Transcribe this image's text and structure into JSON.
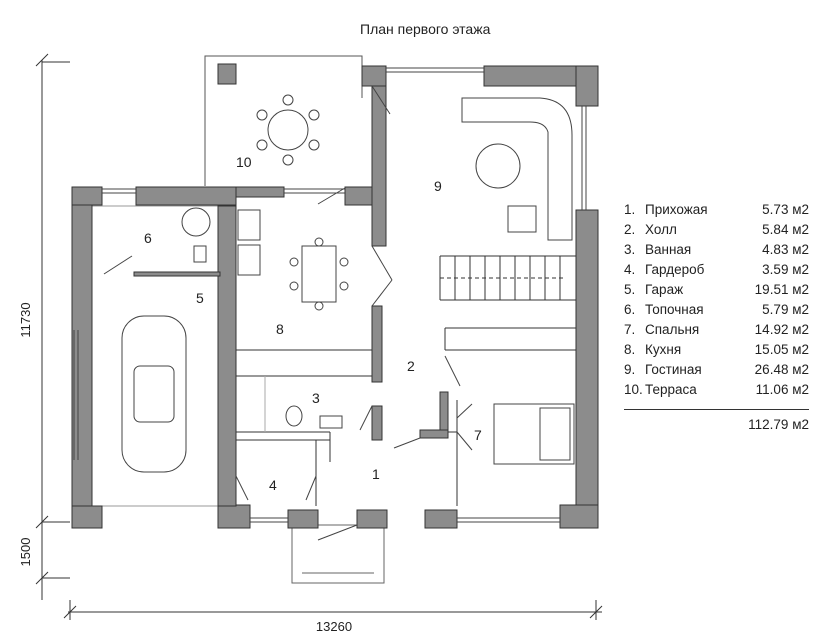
{
  "title": "План первого этажа",
  "rooms": [
    {
      "num": "1.",
      "name": "Прихожая",
      "area": "5.73 м2"
    },
    {
      "num": "2.",
      "name": "Холл",
      "area": "5.84 м2"
    },
    {
      "num": "3.",
      "name": "Ванная",
      "area": "4.83 м2"
    },
    {
      "num": "4.",
      "name": "Гардероб",
      "area": "3.59 м2"
    },
    {
      "num": "5.",
      "name": "Гараж",
      "area": "19.51 м2"
    },
    {
      "num": "6.",
      "name": "Топочная",
      "area": "5.79 м2"
    },
    {
      "num": "7.",
      "name": "Спальня",
      "area": "14.92 м2"
    },
    {
      "num": "8.",
      "name": "Кухня",
      "area": "15.05 м2"
    },
    {
      "num": "9.",
      "name": "Гостиная",
      "area": "26.48 м2"
    },
    {
      "num": "10.",
      "name": "Терраса",
      "area": "11.06 м2"
    }
  ],
  "total_area": "112.79 м2",
  "plan_labels": {
    "r1": "1",
    "r2": "2",
    "r3": "3",
    "r4": "4",
    "r5": "5",
    "r6": "6",
    "r7": "7",
    "r8": "8",
    "r9": "9",
    "r10": "10"
  },
  "dimensions": {
    "width": "13260",
    "height": "11730",
    "porch": "1500"
  },
  "colors": {
    "wall": "#8c8c8c",
    "line": "#333333"
  }
}
